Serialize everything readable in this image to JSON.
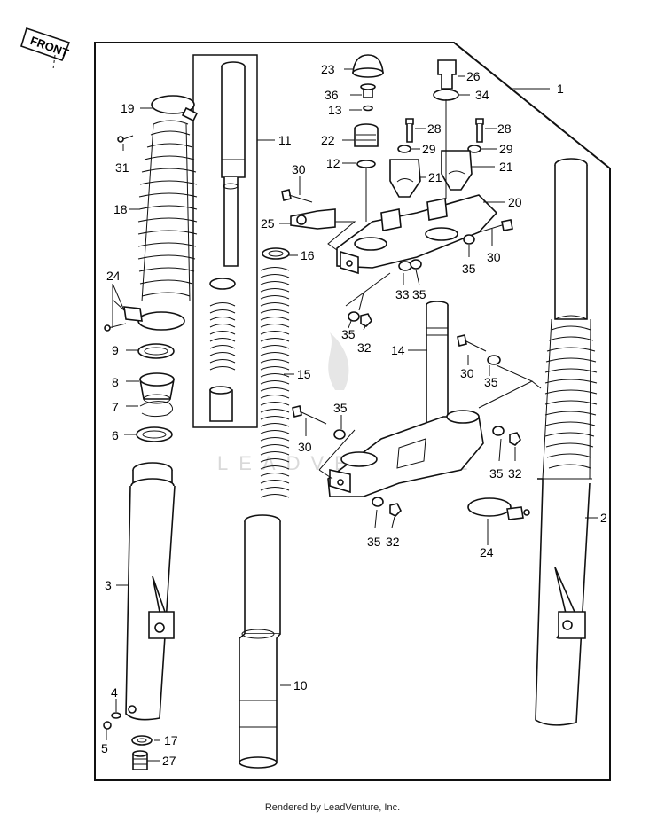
{
  "front_badge": "FRONT",
  "watermark": "LEADVENTURE",
  "footer": "Rendered by LeadVenture, Inc.",
  "callouts": [
    "1",
    "2",
    "3",
    "4",
    "5",
    "6",
    "7",
    "8",
    "9",
    "10",
    "11",
    "12",
    "13",
    "14",
    "15",
    "16",
    "17",
    "18",
    "19",
    "20",
    "21",
    "21",
    "22",
    "23",
    "24",
    "24",
    "25",
    "26",
    "27",
    "28",
    "28",
    "29",
    "29",
    "30",
    "30",
    "30",
    "30",
    "31",
    "32",
    "32",
    "32",
    "33",
    "34",
    "35",
    "35",
    "35",
    "35",
    "35",
    "35",
    "35",
    "36"
  ]
}
